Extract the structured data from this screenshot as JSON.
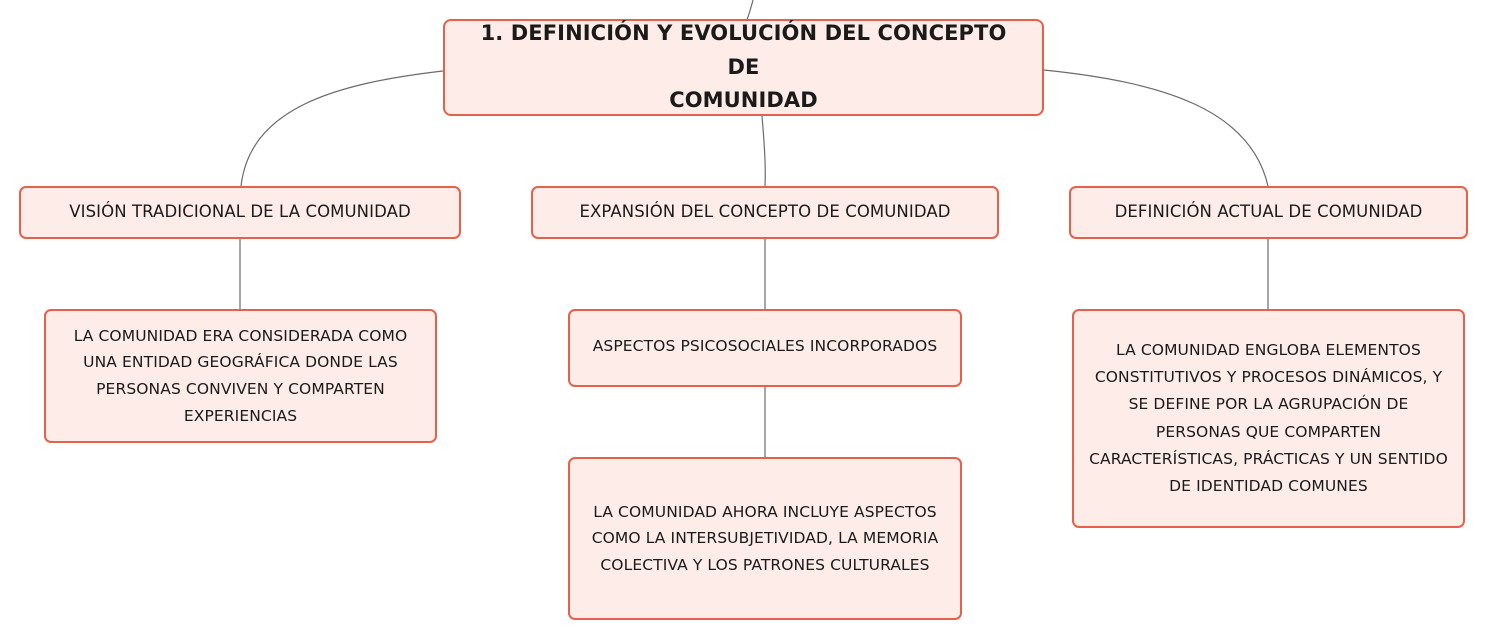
{
  "root": {
    "lines": [
      "1. DEFINICIÓN Y EVOLUCIÓN DEL CONCEPTO DE",
      "COMUNIDAD"
    ]
  },
  "branches": [
    {
      "label": "VISIÓN TRADICIONAL DE LA COMUNIDAD",
      "children": [
        {
          "lines": [
            "LA COMUNIDAD ERA CONSIDERADA COMO",
            "UNA ENTIDAD GEOGRÁFICA DONDE LAS",
            "PERSONAS CONVIVEN Y COMPARTEN",
            "EXPERIENCIAS"
          ]
        }
      ]
    },
    {
      "label": "EXPANSIÓN DEL CONCEPTO DE COMUNIDAD",
      "children": [
        {
          "lines": [
            "ASPECTOS PSICOSOCIALES INCORPORADOS"
          ]
        },
        {
          "lines": [
            "LA COMUNIDAD AHORA INCLUYE ASPECTOS",
            "COMO LA INTERSUBJETIVIDAD, LA MEMORIA",
            "COLECTIVA Y LOS PATRONES CULTURALES"
          ]
        }
      ]
    },
    {
      "label": "DEFINICIÓN ACTUAL DE COMUNIDAD",
      "children": [
        {
          "lines": [
            "LA COMUNIDAD ENGLOBA ELEMENTOS",
            "CONSTITUTIVOS Y PROCESOS DINÁMICOS, Y",
            "SE DEFINE POR LA AGRUPACIÓN DE",
            "PERSONAS QUE COMPARTEN",
            "CARACTERÍSTICAS, PRÁCTICAS Y UN SENTIDO",
            "DE IDENTIDAD COMUNES"
          ]
        }
      ]
    }
  ],
  "colors": {
    "node_border": "#e5614c",
    "node_fill": "#fdece8",
    "connector": "#6b6b6b"
  }
}
